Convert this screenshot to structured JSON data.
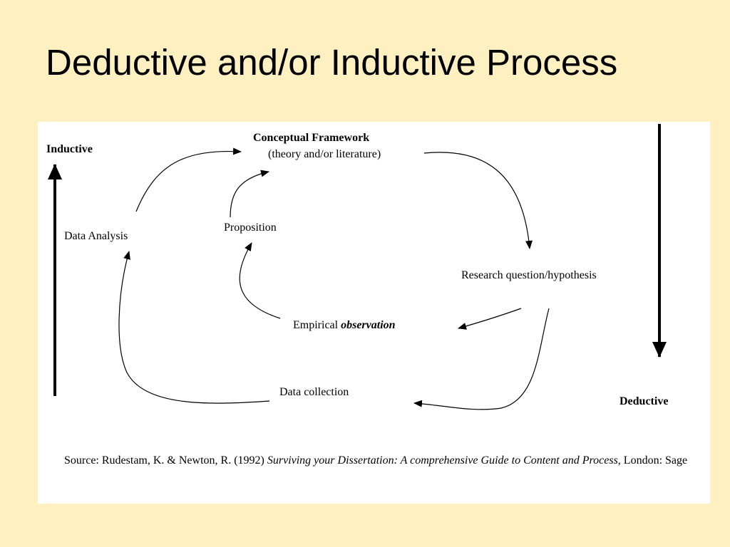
{
  "slide": {
    "title": "Deductive and/or Inductive Process"
  },
  "diagram": {
    "inductive_label": "Inductive",
    "deductive_label": "Deductive",
    "nodes": {
      "framework_title": "Conceptual Framework",
      "framework_subtitle": "(theory and/or literature)",
      "research_question": "Research question/hypothesis",
      "observation_prefix": "Empirical ",
      "observation_emphasis": "observation",
      "proposition": "Proposition",
      "data_analysis": "Data Analysis",
      "data_collection": "Data collection"
    },
    "source": {
      "prefix": "Source: Rudestam, K. & Newton, R. (1992) ",
      "book_title": "Surviving your Dissertation: A comprehensive Guide to Content and Process",
      "suffix": ", London: Sage"
    },
    "colors": {
      "slide_background": "#FFF0C1",
      "panel_background": "#FFFFFF",
      "ink": "#000000"
    }
  }
}
